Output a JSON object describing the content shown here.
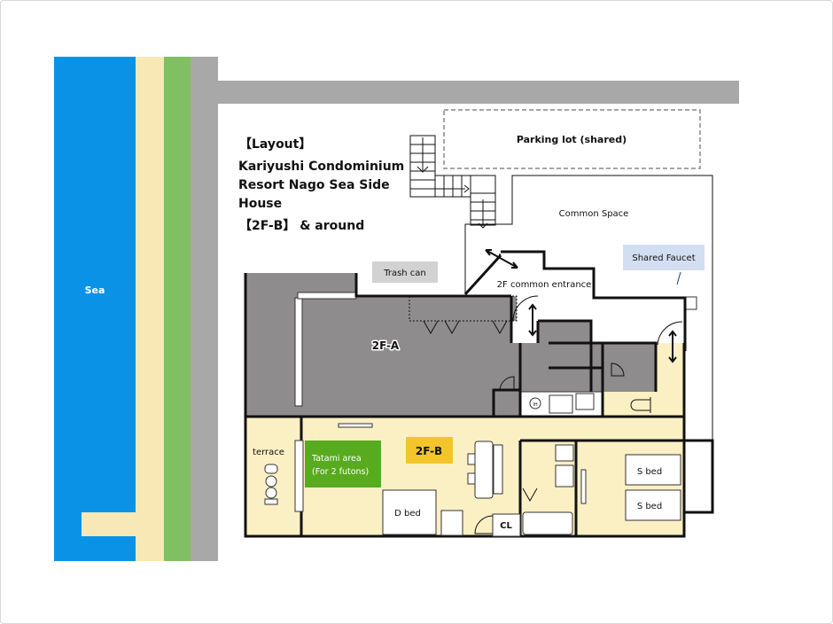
{
  "title": {
    "line1": "【Layout】",
    "line2": "Kariyushi Condominium",
    "line3": "Resort Nago Sea Side",
    "line4": "House",
    "line5": "【2F-B】 & around"
  },
  "labels": {
    "sea": "Sea",
    "parking": "Parking lot (shared)",
    "common_space": "Common Space",
    "trash_can": "Trash can",
    "shared_faucet": "Shared Faucet",
    "entrance": "2F common entrance",
    "unit_a": "2F-A",
    "unit_b": "2F-B",
    "terrace": "terrace",
    "tatami_line1": "Tatami area",
    "tatami_line2": "(For 2 futons)",
    "d_bed": "D bed",
    "s_bed_1": "S bed",
    "s_bed_2": "S bed",
    "closet": "CL",
    "ih": "IH"
  },
  "colors": {
    "sea": "#0a93e6",
    "sand": "#f7e8b5",
    "grass": "#80bf62",
    "road": "#a8a8a8",
    "unit_a": "#8e8c8c",
    "unit_b": "#fbefc4",
    "tatami": "#58aa1e",
    "unit_b_badge": "#f2c52a",
    "trash": "#d2d2d2",
    "faucet": "#d3def2"
  }
}
